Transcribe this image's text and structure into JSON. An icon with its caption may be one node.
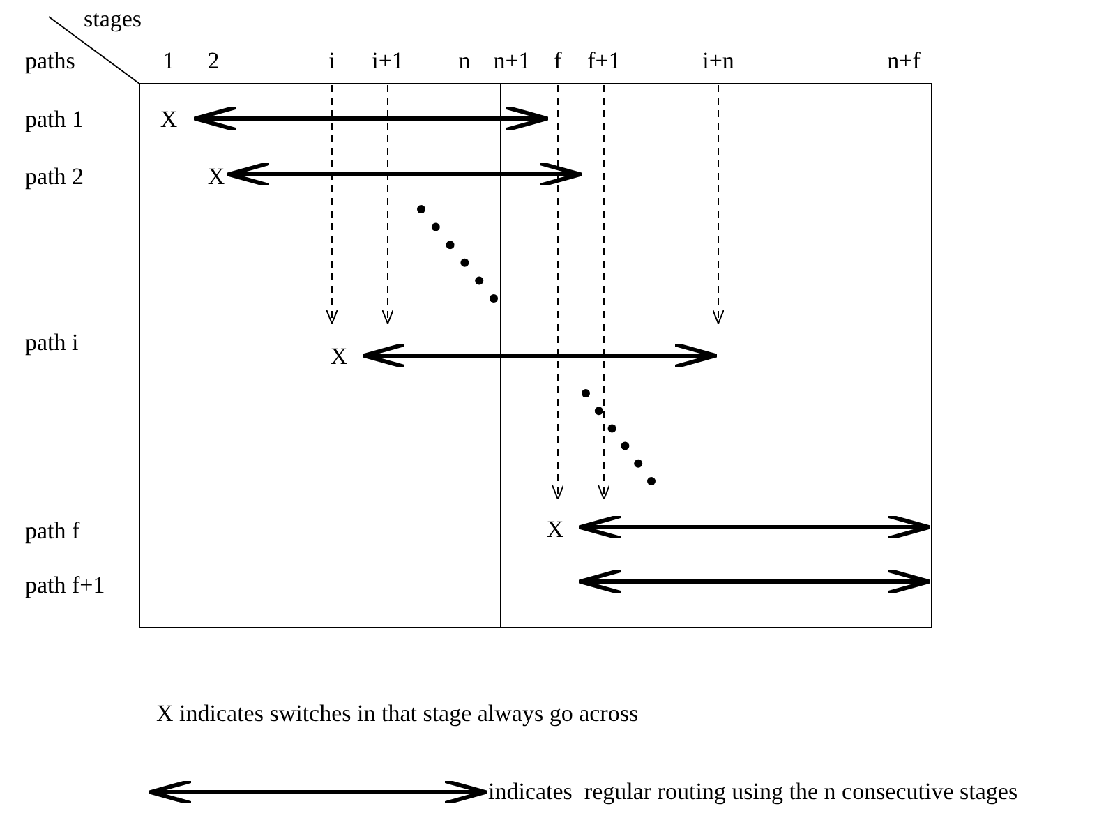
{
  "diagram": {
    "labels": [
      "stages",
      "paths",
      "1",
      "2",
      "i",
      "i+1",
      "n",
      "n+1",
      "f",
      "f+1",
      "i+n",
      "n+f",
      "path 1",
      "X",
      "path 2",
      "X",
      "path i",
      "X",
      "path f",
      "X",
      "path f+1"
    ],
    "legend": [
      {
        "text": "X indicates switches in that stage always go across"
      },
      {
        "text": "indicates  regular routing using the n consecutive stages"
      }
    ]
  }
}
